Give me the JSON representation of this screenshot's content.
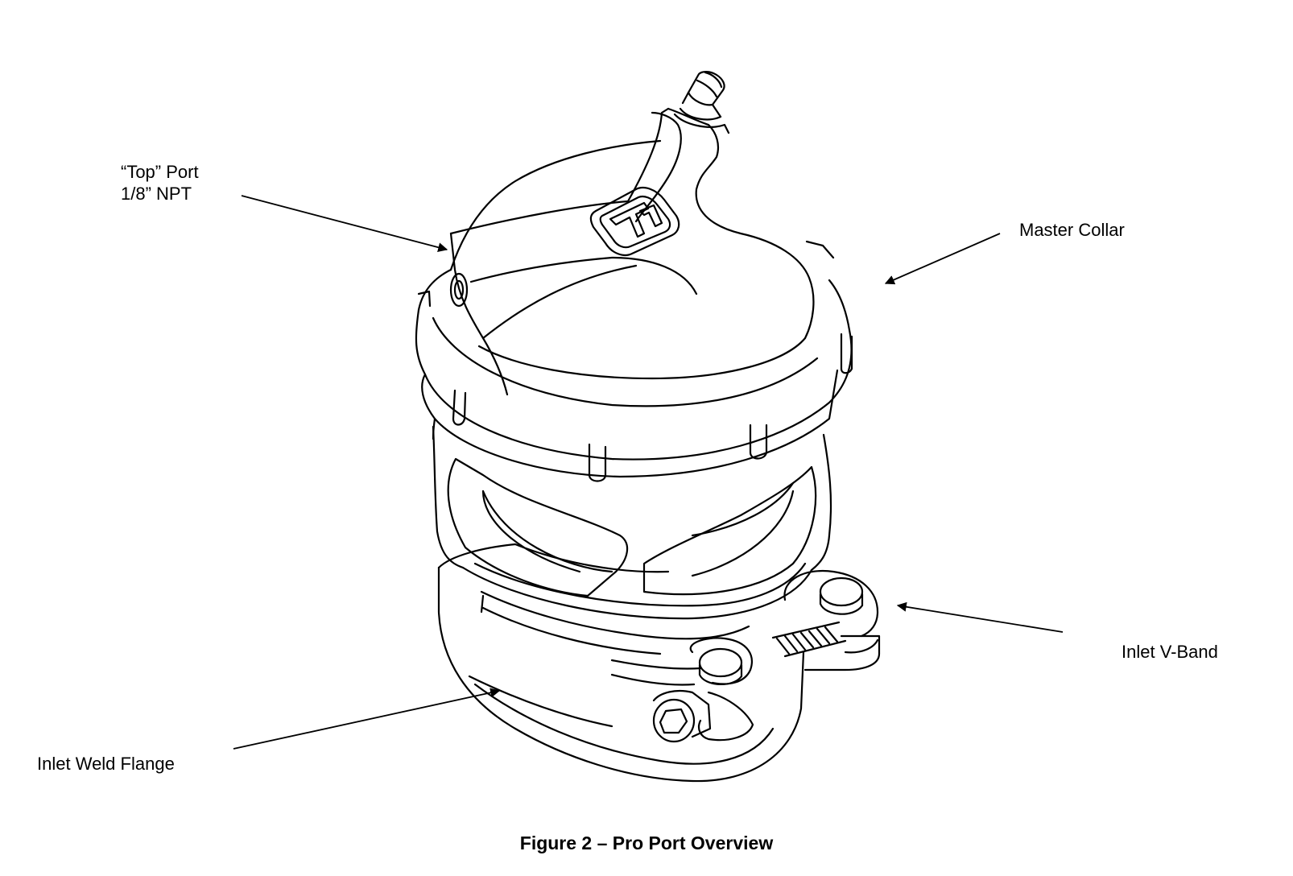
{
  "callouts": {
    "top_port": {
      "line1": "“Top” Port",
      "line2": "1/8” NPT"
    },
    "master_collar": "Master Collar",
    "inlet_vband": "Inlet V-Band",
    "inlet_weld_flange": "Inlet Weld Flange"
  },
  "caption": "Figure 2 – Pro Port Overview",
  "colors": {
    "line": "#000000",
    "background": "#ffffff"
  },
  "logo": {
    "icon": "turbosmart-logo-icon"
  }
}
